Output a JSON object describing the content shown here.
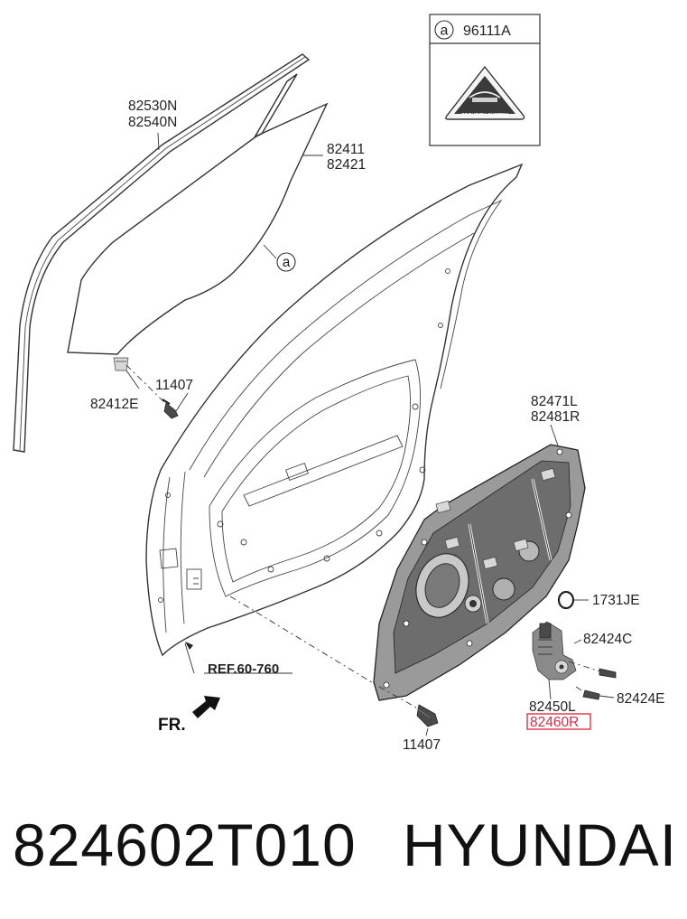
{
  "inset": {
    "callout_letter": "a",
    "part_number": "96111A",
    "badge_text": "SECURITY SYSTEM"
  },
  "labels": {
    "run_channel": [
      "82530N",
      "82540N"
    ],
    "glass": [
      "82411",
      "82421"
    ],
    "glass_callout": "a",
    "clip": "82412E",
    "bolt_upper": "11407",
    "module_panel": [
      "82471L",
      "82481R"
    ],
    "grommet": "1731JE",
    "screw_c": "82424C",
    "screw_e": "82424E",
    "regulator_left": "82450L",
    "regulator_right": "82460R",
    "bolt_lower": "11407",
    "ref": "REF.60-760",
    "front": "FR."
  },
  "footer": {
    "part_number": "824602T010",
    "brand": "HYUNDAI"
  },
  "colors": {
    "highlight": "#c8324a",
    "line": "#333333"
  }
}
